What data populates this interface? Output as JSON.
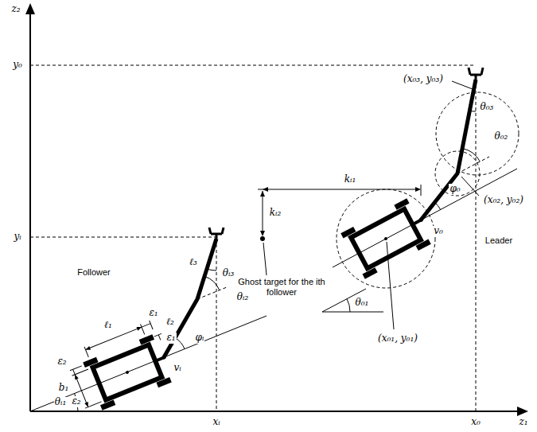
{
  "diagram": {
    "labels": [
      "z₂",
      "z₁",
      "y₀",
      "yᵢ",
      "xᵢ",
      "x₀",
      "(x₀₃, y₀₃)",
      "θ₀₃",
      "θ₀₂",
      "φ₀",
      "(x₀₂, y₀₂)",
      "kᵢ₁",
      "kᵢ₂",
      "v₀",
      "Leader",
      "(x₀₁, y₀₁)",
      "θ₀₁",
      "Ghost target for the ith follower",
      "Follower",
      "ℓ₃",
      "θᵢ₃",
      "θᵢ₂",
      "ℓ₂",
      "φᵢ",
      "ℓ₁",
      "ε₁",
      "ε₁",
      "ε₂",
      "b₁",
      "ε₂",
      "vᵢ",
      "θᵢ₁"
    ]
  }
}
